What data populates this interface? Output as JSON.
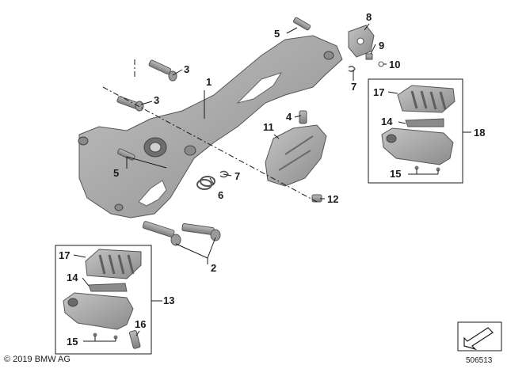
{
  "callouts": {
    "c1": "1",
    "c2": "2",
    "c3a": "3",
    "c3b": "3",
    "c4": "4",
    "c5a": "5",
    "c5b": "5",
    "c6": "6",
    "c7a": "7",
    "c7b": "7",
    "c8": "8",
    "c9": "9",
    "c10": "10",
    "c11": "11",
    "c12": "12",
    "c13": "13",
    "c14a": "14",
    "c14b": "14",
    "c15a": "15",
    "c15b": "15",
    "c16": "16",
    "c17a": "17",
    "c17b": "17",
    "c18": "18"
  },
  "footer": {
    "copyright": "© 2019 BMW AG",
    "document_number": "506513"
  },
  "colors": {
    "part_fill": "#a8a8a8",
    "part_shadow": "#7a7a7a",
    "line": "#1a1a1a",
    "background": "#ffffff"
  }
}
